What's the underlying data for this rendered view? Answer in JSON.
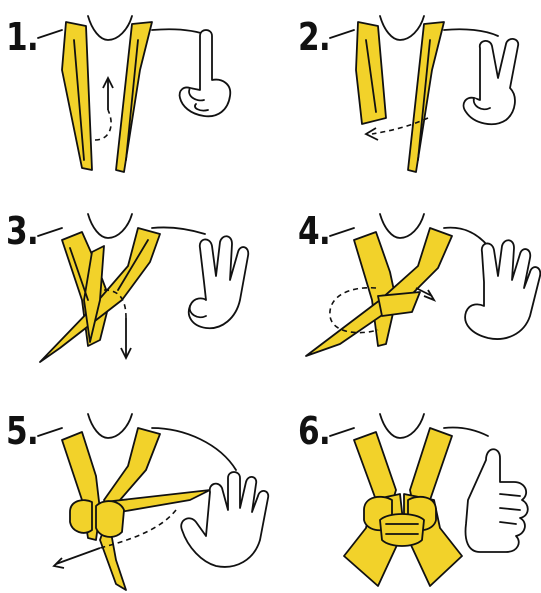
{
  "steps": [
    {
      "label": "1."
    },
    {
      "label": "2."
    },
    {
      "label": "3."
    },
    {
      "label": "4."
    },
    {
      "label": "5."
    },
    {
      "label": "6."
    }
  ],
  "colors": {
    "scarf": "#f2d22a",
    "outline": "#111111",
    "background": "#ffffff"
  },
  "icons": [
    "finger-one-icon",
    "fingers-two-icon",
    "fingers-three-icon",
    "fingers-four-icon",
    "open-hand-five-icon",
    "thumbs-up-icon"
  ]
}
